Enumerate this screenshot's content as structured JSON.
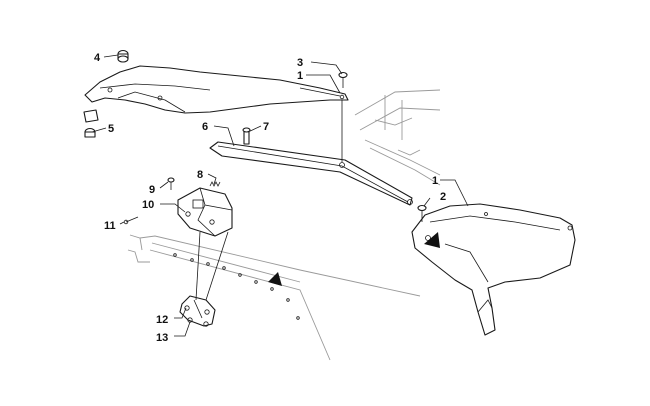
{
  "callouts": {
    "c1a": "1",
    "c1b": "1",
    "c2": "2",
    "c3": "3",
    "c4": "4",
    "c5": "5",
    "c6": "6",
    "c7": "7",
    "c8": "8",
    "c9": "9",
    "c10": "10",
    "c11": "11",
    "c12": "12",
    "c13": "13"
  },
  "colors": {
    "line": "#1a1a1a",
    "ghost": "#9a9a9a",
    "background": "#ffffff"
  }
}
